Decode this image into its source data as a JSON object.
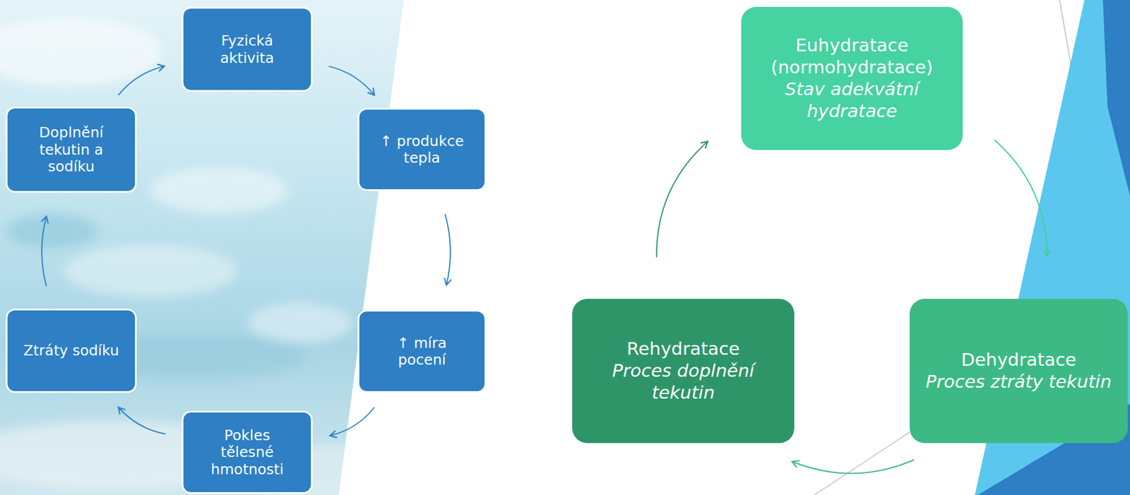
{
  "diagram": {
    "nodes": [
      {
        "text": [
          "Fyzická aktivita"
        ]
      },
      {
        "text": [
          "↑ produkce tepla"
        ]
      },
      {
        "text": [
          "↑ míra pocení"
        ]
      },
      {
        "text": [
          "Pokles tělesné hmotnosti"
        ]
      },
      {
        "text": [
          "Ztráty sodíku"
        ]
      },
      {
        "text": [
          "Doplnění tekutin a sodíku"
        ]
      },
      {
        "text": [
          "Euhydratace (normohydratace)",
          "Stav adekvátní hydratace"
        ]
      },
      {
        "text": [
          "Dehydratace",
          "Proces ztráty tekutin"
        ]
      },
      {
        "text": [
          "Rehydratace",
          "Proces doplnění tekutin"
        ]
      }
    ],
    "edges": [
      {
        "from": 0,
        "to": 1,
        "arrow": "to"
      },
      {
        "from": 1,
        "to": 2,
        "arrow": "to"
      },
      {
        "from": 2,
        "to": 3,
        "arrow": "to"
      },
      {
        "from": 3,
        "to": 4,
        "arrow": "to"
      },
      {
        "from": 4,
        "to": 5,
        "arrow": "to"
      },
      {
        "from": 5,
        "to": 0,
        "arrow": "to"
      },
      {
        "from": 6,
        "to": 7,
        "arrow": "to"
      },
      {
        "from": 7,
        "to": 8,
        "arrow": "to"
      },
      {
        "from": 8,
        "to": 6,
        "arrow": "to"
      }
    ]
  }
}
